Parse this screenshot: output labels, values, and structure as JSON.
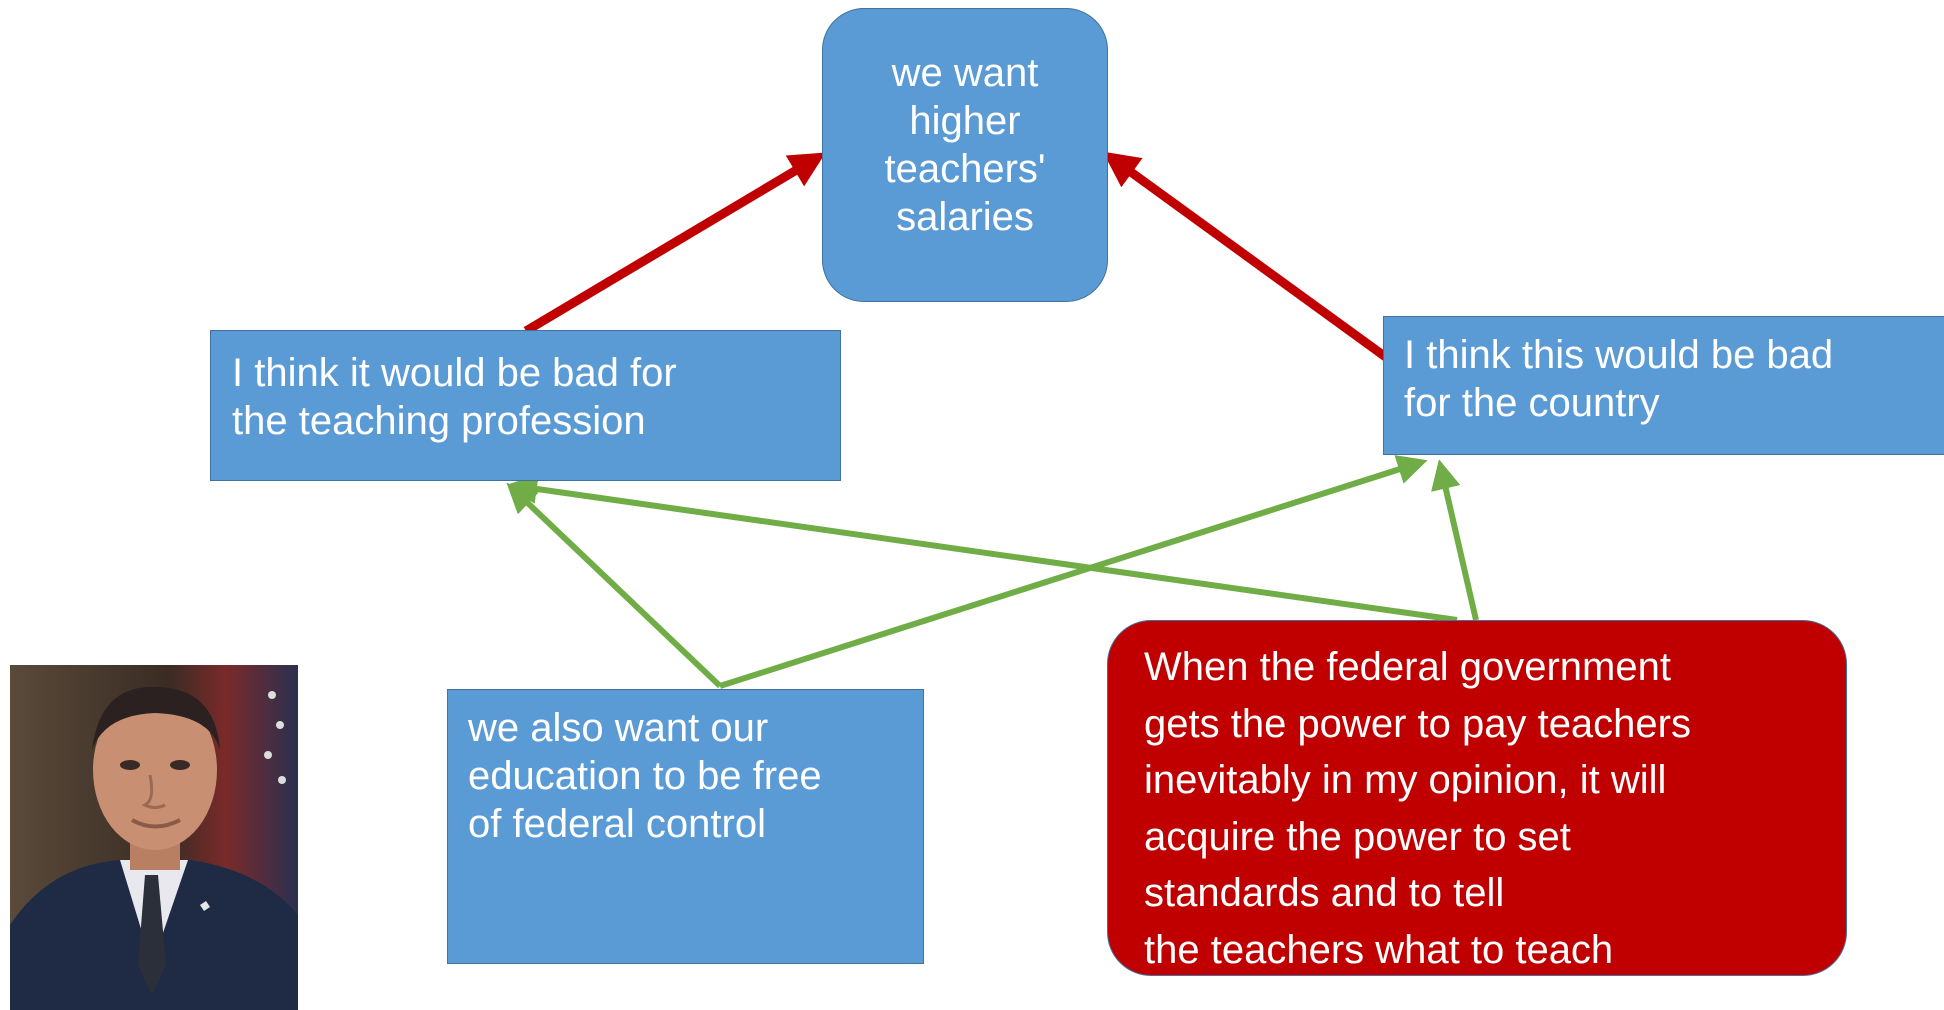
{
  "nodes": {
    "top": {
      "lines": [
        "we want",
        "higher",
        "teachers'",
        "salaries"
      ],
      "color": "#5b9bd5"
    },
    "left": {
      "lines": [
        "I think it would be bad for",
        "the teaching profession"
      ],
      "color": "#5b9bd5"
    },
    "right": {
      "lines": [
        "I think this would be bad",
        "for the country"
      ],
      "color": "#5b9bd5"
    },
    "middle": {
      "lines": [
        "we also want our",
        "education to be free",
        "of federal control"
      ],
      "color": "#5b9bd5"
    },
    "red_box": {
      "lines": [
        "When the federal government",
        "gets the power to pay teachers",
        "inevitably in my opinion, it will",
        "acquire the power to set",
        "standards and to tell",
        "the teachers what to teach"
      ],
      "color": "#c00000"
    }
  },
  "edges": [
    {
      "from": "left",
      "to": "top",
      "color": "#c00000",
      "kind": "attack"
    },
    {
      "from": "right",
      "to": "top",
      "color": "#c00000",
      "kind": "attack"
    },
    {
      "from": "middle",
      "to": "left",
      "color": "#70ad47",
      "kind": "support"
    },
    {
      "from": "middle",
      "to": "right",
      "color": "#70ad47",
      "kind": "support"
    },
    {
      "from": "red_box",
      "to": "left",
      "color": "#70ad47",
      "kind": "support"
    },
    {
      "from": "red_box",
      "to": "right",
      "color": "#70ad47",
      "kind": "support"
    }
  ],
  "portrait": {
    "icon": "person-portrait-icon",
    "description_colors": {
      "background": "#3b2a22",
      "suit": "#1f2a44",
      "shirt": "#e8e8ee",
      "tie": "#2a2f3a",
      "skin": "#c98f72"
    }
  }
}
